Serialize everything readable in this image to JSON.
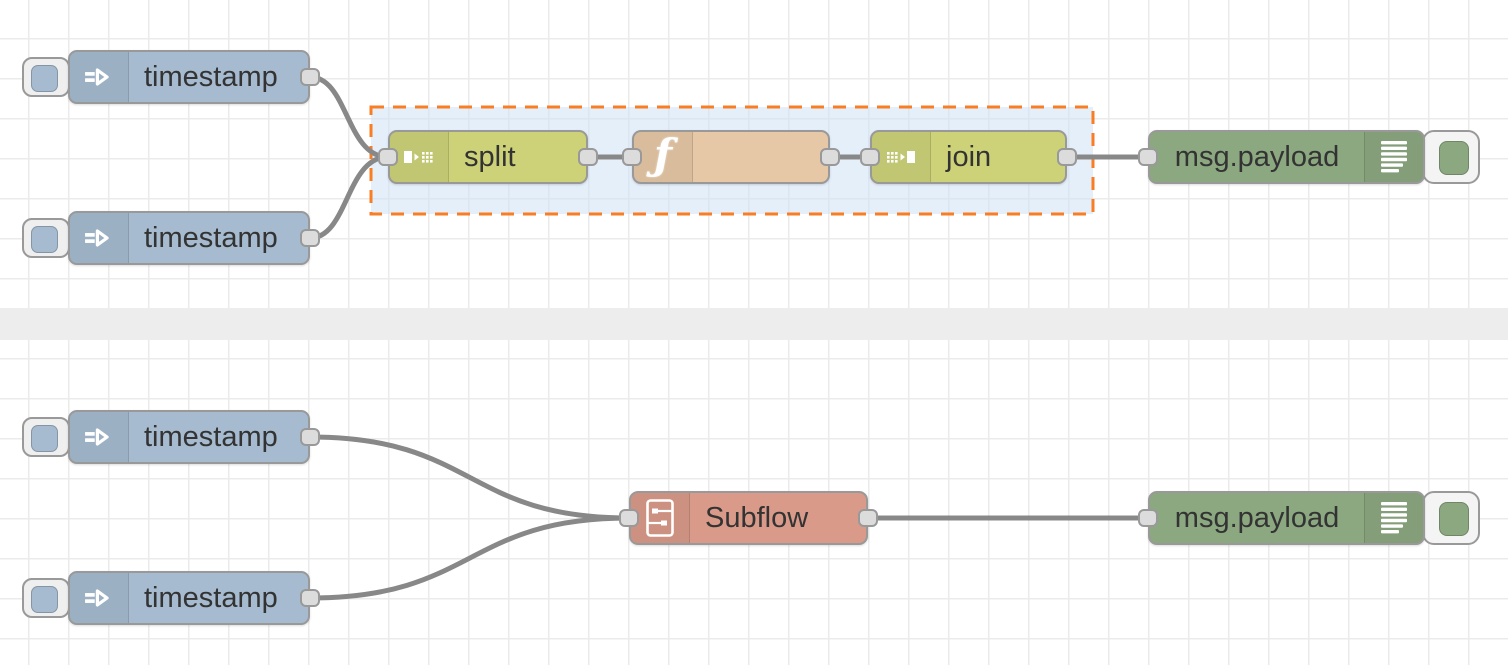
{
  "nodes": {
    "inject1": {
      "label": "timestamp",
      "icon": "inject-arrow-icon"
    },
    "inject2": {
      "label": "timestamp",
      "icon": "inject-arrow-icon"
    },
    "split": {
      "label": "split",
      "icon": "split-icon"
    },
    "function": {
      "label": "",
      "icon": "function-f-icon"
    },
    "join": {
      "label": "join",
      "icon": "join-icon"
    },
    "debug1": {
      "label": "msg.payload",
      "icon": "debug-list-icon"
    },
    "inject3": {
      "label": "timestamp",
      "icon": "inject-arrow-icon"
    },
    "inject4": {
      "label": "timestamp",
      "icon": "inject-arrow-icon"
    },
    "subflow": {
      "label": "Subflow",
      "icon": "subflow-icon"
    },
    "debug2": {
      "label": "msg.payload",
      "icon": "debug-list-icon"
    }
  },
  "icons": {
    "function_glyph": "ƒ"
  },
  "colors": {
    "canvas-bg": "#ffffff",
    "grid-line": "#ebebeb",
    "separator": "#ededed",
    "inject-fill": "#a6bbcf",
    "split-fill": "#cdd279",
    "function-fill": "#e6c7a6",
    "debug-fill": "#8ca880",
    "subflow-fill": "#d99a8a",
    "wire": "#888888",
    "node-border": "#999999",
    "port-fill": "#dcdcdc",
    "port-border": "#999999",
    "label-text": "#333333",
    "selection-border": "#f87d23",
    "selection-fill": "#cfe2f5"
  }
}
